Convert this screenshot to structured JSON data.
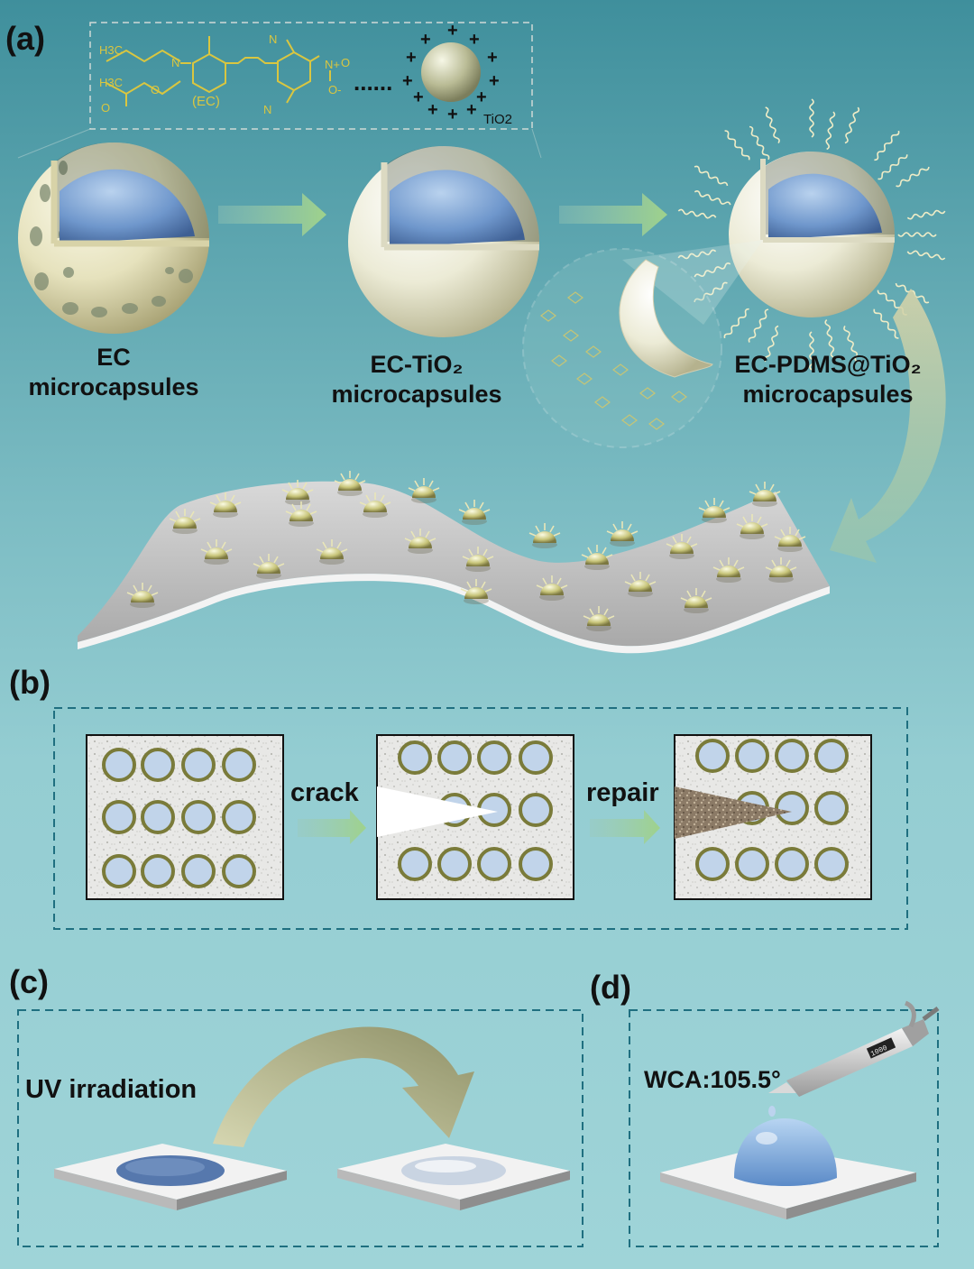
{
  "panels": {
    "a": "(a)",
    "b": "(b)",
    "c": "(c)",
    "d": "(d)"
  },
  "structure": {
    "ec_label": "(EC)",
    "tio2_label": "TiO2",
    "charge": "+",
    "dots": "......"
  },
  "capsules": {
    "ec": {
      "line1": "EC",
      "line2": "microcapsules"
    },
    "ec_tio2": {
      "line1": "EC-TiO₂",
      "line2": "microcapsules"
    },
    "ec_pdms": {
      "line1": "EC-PDMS@TiO₂",
      "line2": "microcapsules"
    }
  },
  "steps": {
    "crack": "crack",
    "repair": "repair"
  },
  "uv": {
    "label": "UV irradiation"
  },
  "wca": {
    "label": "WCA:105.5°",
    "pipette_display": "1000"
  },
  "colors": {
    "background": "#7cbcc3",
    "dash": "#1f6f80",
    "shell": "#e3dfba",
    "core": "#6e97cc",
    "chem": "#d9c640"
  }
}
